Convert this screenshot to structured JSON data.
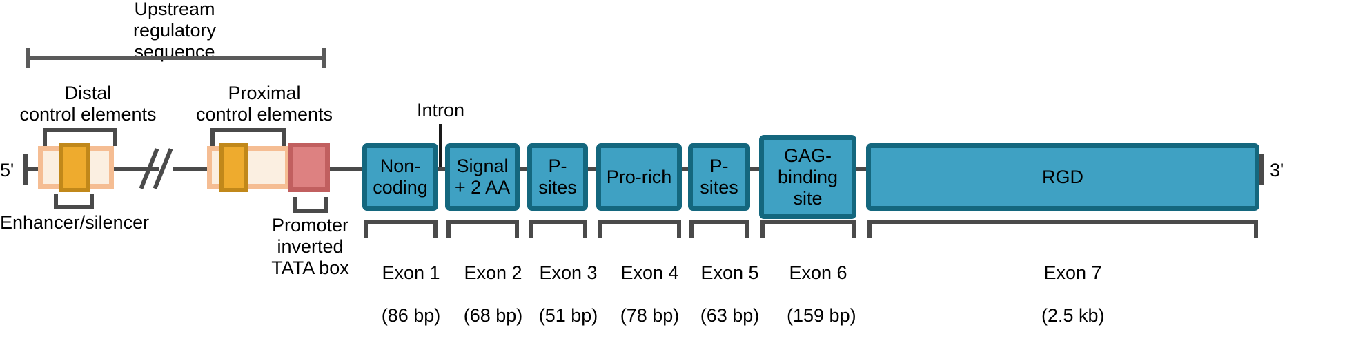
{
  "diagram": {
    "title_upstream": "Upstream\nregulatory\nsequence",
    "five_prime": "5'",
    "three_prime": "3'",
    "intron_label": "Intron",
    "labels": {
      "distal": "Distal\ncontrol elements",
      "proximal": "Proximal\ncontrol elements",
      "enhancer": "Enhancer/silencer",
      "promoter": "Promoter\ninverted\nTATA box"
    },
    "colors": {
      "exon_fill": "#3fa1c3",
      "exon_border": "#14677e",
      "regulatory_fill": "#fbefe1",
      "regulatory_border": "#f5bd93",
      "regulatory_inner_fill": "#eeab2e",
      "regulatory_inner_border": "#c1881a",
      "promoter_fill": "#dd8181",
      "promoter_border": "#c15f5f",
      "line": "#4a4a4a"
    },
    "exons": [
      {
        "name": "Non-\ncoding",
        "caption": "Exon 1",
        "size": "(86 bp)"
      },
      {
        "name": "Signal\n+ 2 AA",
        "caption": "Exon 2",
        "size": "(68 bp)"
      },
      {
        "name": "P-\nsites",
        "caption": "Exon 3",
        "size": "(51 bp)"
      },
      {
        "name": "Pro-rich",
        "caption": "Exon 4",
        "size": "(78 bp)"
      },
      {
        "name": "P-\nsites",
        "caption": "Exon 5",
        "size": "(63 bp)"
      },
      {
        "name": "GAG-\nbinding\nsite",
        "caption": "Exon 6",
        "size": "(159 bp)"
      },
      {
        "name": "RGD",
        "caption": "Exon 7",
        "size": "(2.5 kb)"
      }
    ]
  }
}
